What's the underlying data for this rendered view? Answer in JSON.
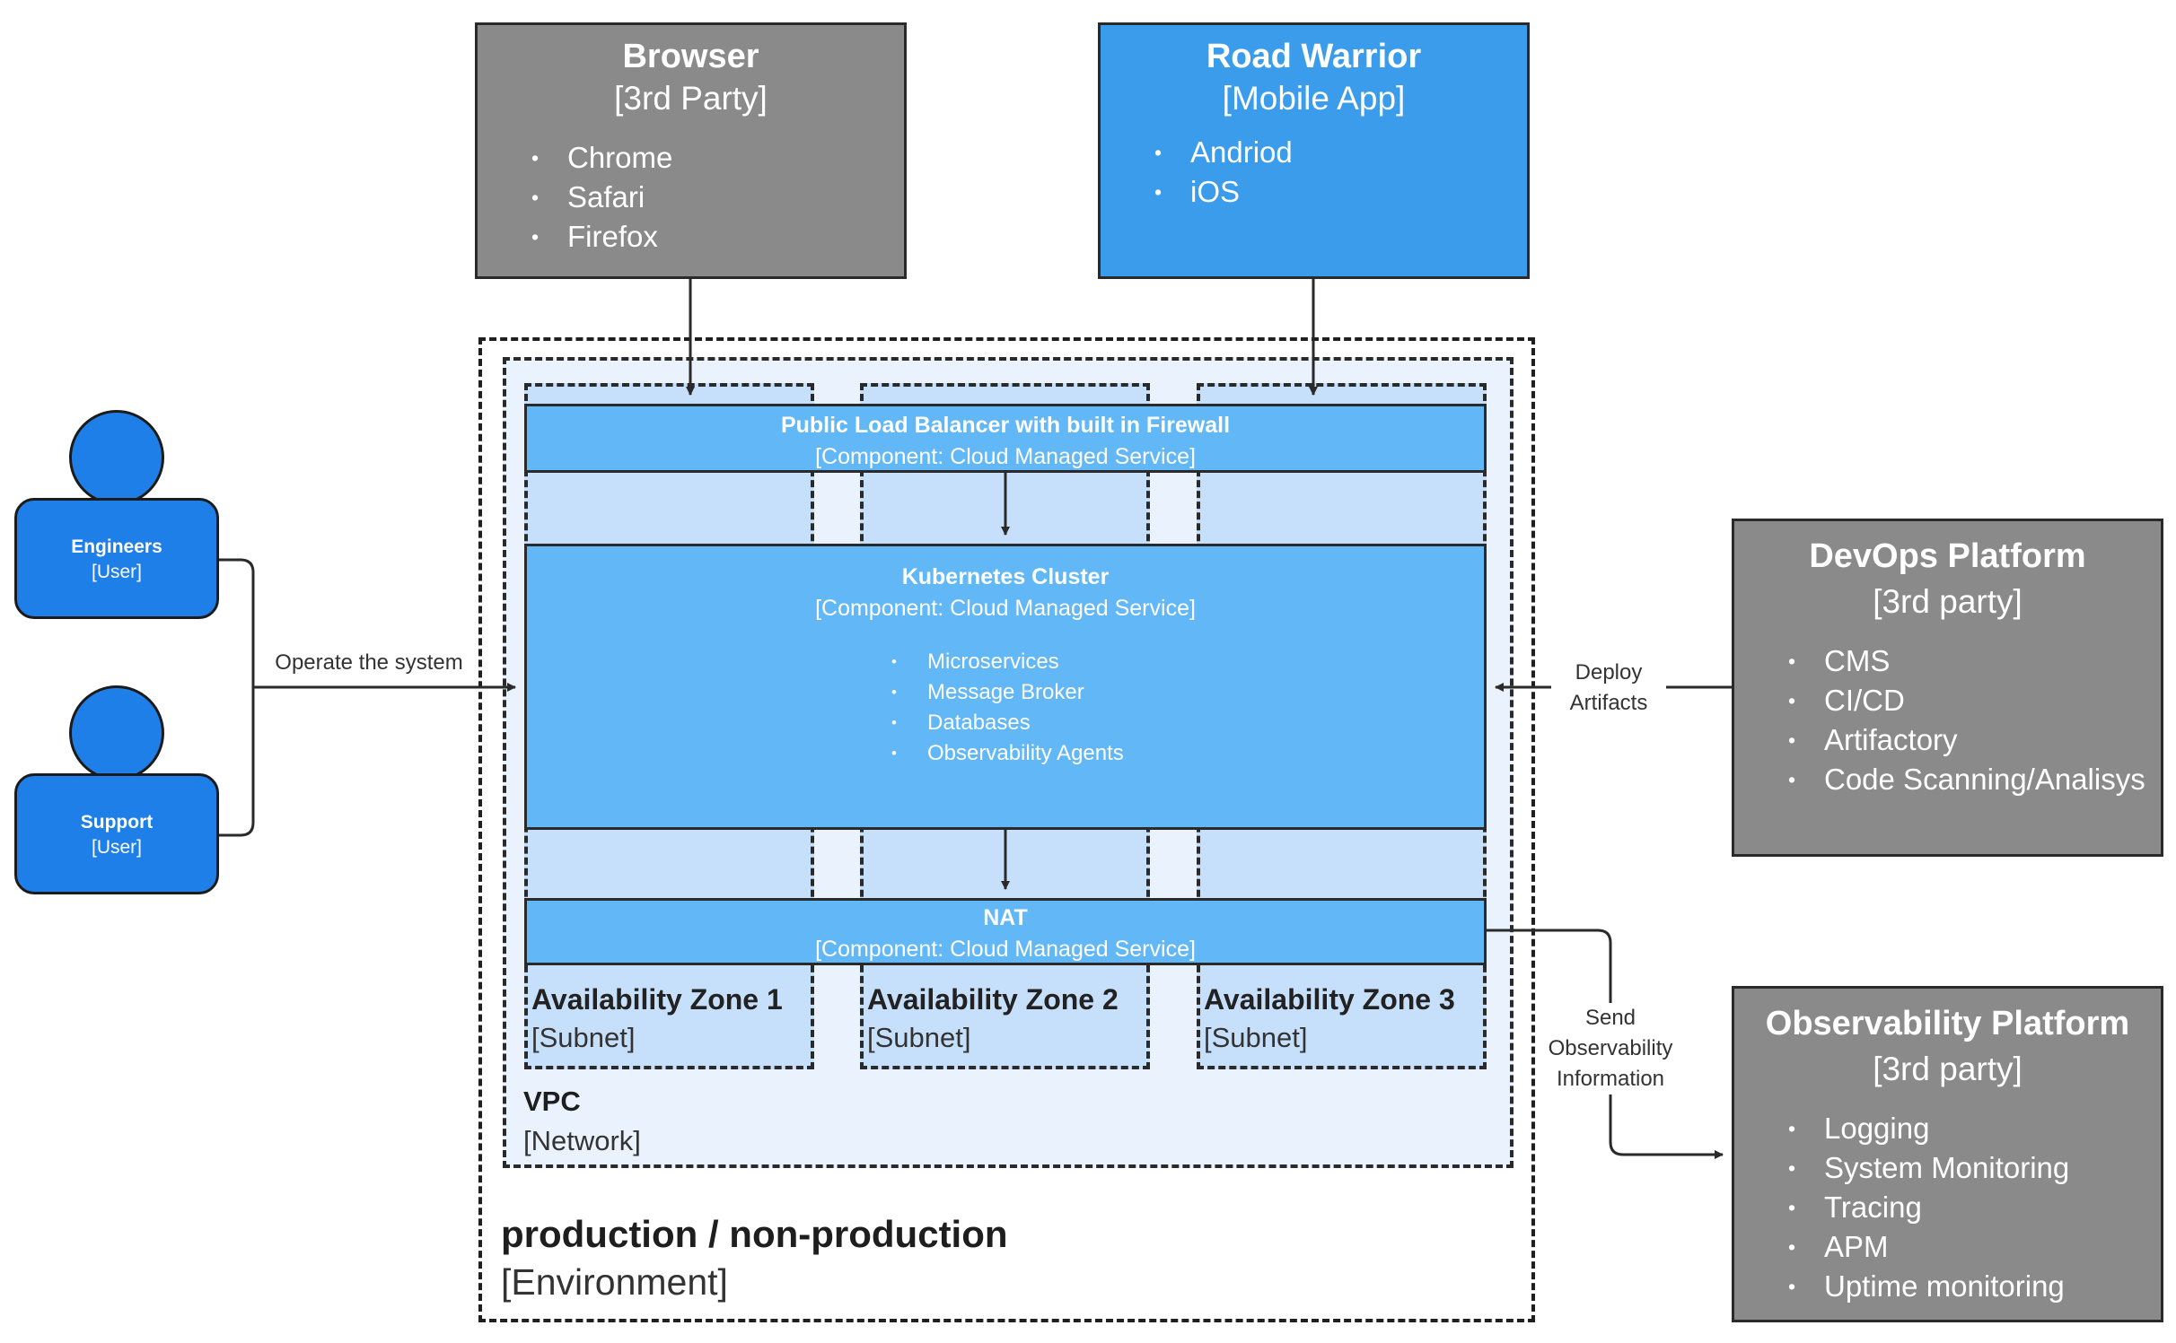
{
  "external": {
    "browser": {
      "title": "Browser",
      "subtitle": "[3rd Party]",
      "items": [
        "Chrome",
        "Safari",
        "Firefox"
      ]
    },
    "road_warrior": {
      "title": "Road Warrior",
      "subtitle": "[Mobile App]",
      "items": [
        "Andriod",
        "iOS"
      ]
    },
    "devops": {
      "title": "DevOps Platform",
      "subtitle": "[3rd party]",
      "items": [
        "CMS",
        "CI/CD",
        "Artifactory",
        "Code Scanning/Analisys"
      ]
    },
    "observability": {
      "title": "Observability Platform",
      "subtitle": "[3rd party]",
      "items": [
        "Logging",
        "System Monitoring",
        "Tracing",
        "APM",
        "Uptime monitoring"
      ]
    }
  },
  "persons": {
    "engineers": {
      "name": "Engineers",
      "role": "[User]"
    },
    "support": {
      "name": "Support",
      "role": "[User]"
    }
  },
  "components": {
    "load_balancer": {
      "name": "Public Load Balancer with built in Firewall",
      "tech": "[Component: Cloud Managed Service]"
    },
    "kubernetes": {
      "name": "Kubernetes Cluster",
      "tech": "[Component: Cloud Managed Service]",
      "items": [
        "Microservices",
        "Message Broker",
        "Databases",
        "Observability Agents"
      ]
    },
    "nat": {
      "name": "NAT",
      "tech": "[Component: Cloud Managed Service]"
    }
  },
  "zones": [
    {
      "name": "Availability Zone 1",
      "type": "[Subnet]"
    },
    {
      "name": "Availability Zone 2",
      "type": "[Subnet]"
    },
    {
      "name": "Availability Zone 3",
      "type": "[Subnet]"
    }
  ],
  "vpc": {
    "name": "VPC",
    "type": "[Network]"
  },
  "environment": {
    "name": "production / non-production",
    "type": "[Environment]"
  },
  "relations": {
    "operate": "Operate the system",
    "deploy_line1": "Deploy",
    "deploy_line2": "Artifacts",
    "send_line1": "Send",
    "send_line2": "Observability",
    "send_line3": "Information"
  },
  "colors": {
    "component": "#62b7f7",
    "person": "#1f7fe8",
    "mobile_app": "#3a9cea",
    "third_party": "#8a8a8a",
    "zone": "#c6dffb",
    "vpc": "#eaf2fd"
  }
}
